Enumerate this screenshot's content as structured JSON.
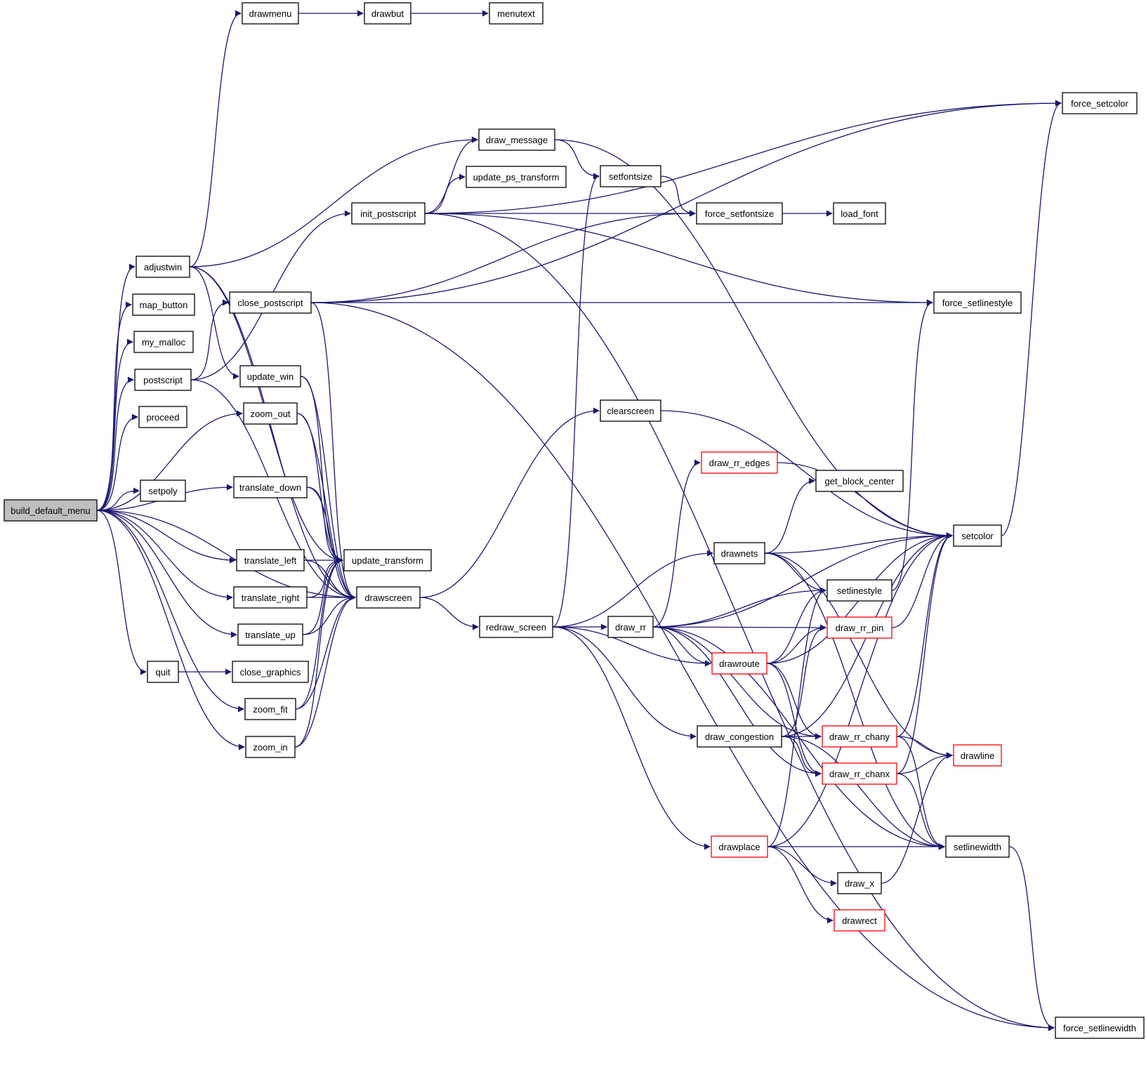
{
  "graph": {
    "edge_color": "#191970",
    "node_border": "#000000",
    "truncated_border": "#ff0000",
    "root_fill": "#bfbfbf",
    "nodes": {
      "build_default_menu": {
        "label": "build_default_menu",
        "root": true
      },
      "drawmenu": {
        "label": "drawmenu"
      },
      "drawbut": {
        "label": "drawbut"
      },
      "menutext": {
        "label": "menutext"
      },
      "force_setcolor": {
        "label": "force_setcolor"
      },
      "draw_message": {
        "label": "draw_message"
      },
      "setfontsize": {
        "label": "setfontsize"
      },
      "update_ps_transform": {
        "label": "update_ps_transform"
      },
      "init_postscript": {
        "label": "init_postscript"
      },
      "force_setfontsize": {
        "label": "force_setfontsize"
      },
      "load_font": {
        "label": "load_font"
      },
      "adjustwin": {
        "label": "adjustwin"
      },
      "map_button": {
        "label": "map_button"
      },
      "my_malloc": {
        "label": "my_malloc"
      },
      "postscript": {
        "label": "postscript"
      },
      "proceed": {
        "label": "proceed"
      },
      "setpoly": {
        "label": "setpoly"
      },
      "close_postscript": {
        "label": "close_postscript"
      },
      "force_setlinestyle": {
        "label": "force_setlinestyle"
      },
      "update_win": {
        "label": "update_win"
      },
      "zoom_out": {
        "label": "zoom_out"
      },
      "translate_down": {
        "label": "translate_down"
      },
      "translate_left": {
        "label": "translate_left"
      },
      "translate_right": {
        "label": "translate_right"
      },
      "translate_up": {
        "label": "translate_up"
      },
      "quit": {
        "label": "quit"
      },
      "close_graphics": {
        "label": "close_graphics"
      },
      "zoom_fit": {
        "label": "zoom_fit"
      },
      "zoom_in": {
        "label": "zoom_in"
      },
      "update_transform": {
        "label": "update_transform"
      },
      "drawscreen": {
        "label": "drawscreen"
      },
      "redraw_screen": {
        "label": "redraw_screen"
      },
      "clearscreen": {
        "label": "clearscreen"
      },
      "draw_rr_edges": {
        "label": "draw_rr_edges",
        "truncated": true
      },
      "get_block_center": {
        "label": "get_block_center"
      },
      "drawnets": {
        "label": "drawnets"
      },
      "setcolor": {
        "label": "setcolor"
      },
      "setlinestyle": {
        "label": "setlinestyle"
      },
      "draw_rr": {
        "label": "draw_rr"
      },
      "draw_rr_pin": {
        "label": "draw_rr_pin",
        "truncated": true
      },
      "drawroute": {
        "label": "drawroute",
        "truncated": true
      },
      "draw_congestion": {
        "label": "draw_congestion"
      },
      "draw_rr_chany": {
        "label": "draw_rr_chany",
        "truncated": true
      },
      "draw_rr_chanx": {
        "label": "draw_rr_chanx",
        "truncated": true
      },
      "drawline": {
        "label": "drawline",
        "truncated": true
      },
      "drawplace": {
        "label": "drawplace",
        "truncated": true
      },
      "setlinewidth": {
        "label": "setlinewidth"
      },
      "draw_x": {
        "label": "draw_x"
      },
      "drawrect": {
        "label": "drawrect",
        "truncated": true
      },
      "force_setlinewidth": {
        "label": "force_setlinewidth"
      }
    },
    "edges": [
      [
        "build_default_menu",
        "adjustwin"
      ],
      [
        "build_default_menu",
        "map_button"
      ],
      [
        "build_default_menu",
        "my_malloc"
      ],
      [
        "build_default_menu",
        "postscript"
      ],
      [
        "build_default_menu",
        "proceed"
      ],
      [
        "build_default_menu",
        "zoom_out"
      ],
      [
        "build_default_menu",
        "setpoly"
      ],
      [
        "build_default_menu",
        "translate_down"
      ],
      [
        "build_default_menu",
        "drawscreen"
      ],
      [
        "build_default_menu",
        "translate_left"
      ],
      [
        "build_default_menu",
        "translate_right"
      ],
      [
        "build_default_menu",
        "translate_up"
      ],
      [
        "build_default_menu",
        "quit"
      ],
      [
        "build_default_menu",
        "zoom_fit"
      ],
      [
        "build_default_menu",
        "zoom_in"
      ],
      [
        "drawmenu",
        "drawbut"
      ],
      [
        "drawbut",
        "menutext"
      ],
      [
        "adjustwin",
        "drawmenu"
      ],
      [
        "adjustwin",
        "draw_message"
      ],
      [
        "adjustwin",
        "update_win"
      ],
      [
        "adjustwin",
        "update_transform"
      ],
      [
        "adjustwin",
        "drawscreen"
      ],
      [
        "postscript",
        "init_postscript"
      ],
      [
        "postscript",
        "close_postscript"
      ],
      [
        "postscript",
        "drawscreen"
      ],
      [
        "init_postscript",
        "draw_message"
      ],
      [
        "init_postscript",
        "update_ps_transform"
      ],
      [
        "init_postscript",
        "force_setfontsize"
      ],
      [
        "init_postscript",
        "force_setcolor"
      ],
      [
        "init_postscript",
        "force_setlinestyle"
      ],
      [
        "init_postscript",
        "force_setlinewidth"
      ],
      [
        "close_postscript",
        "force_setcolor"
      ],
      [
        "close_postscript",
        "force_setfontsize"
      ],
      [
        "close_postscript",
        "force_setlinestyle"
      ],
      [
        "close_postscript",
        "force_setlinewidth"
      ],
      [
        "close_postscript",
        "drawscreen"
      ],
      [
        "draw_message",
        "setfontsize"
      ],
      [
        "draw_message",
        "setcolor"
      ],
      [
        "setfontsize",
        "force_setfontsize"
      ],
      [
        "force_setfontsize",
        "load_font"
      ],
      [
        "update_win",
        "update_transform"
      ],
      [
        "update_win",
        "drawscreen"
      ],
      [
        "zoom_out",
        "update_transform"
      ],
      [
        "zoom_out",
        "drawscreen"
      ],
      [
        "translate_down",
        "update_transform"
      ],
      [
        "translate_down",
        "drawscreen"
      ],
      [
        "translate_left",
        "update_transform"
      ],
      [
        "translate_left",
        "drawscreen"
      ],
      [
        "translate_right",
        "update_transform"
      ],
      [
        "translate_right",
        "drawscreen"
      ],
      [
        "translate_up",
        "update_transform"
      ],
      [
        "translate_up",
        "drawscreen"
      ],
      [
        "quit",
        "close_graphics"
      ],
      [
        "zoom_fit",
        "update_transform"
      ],
      [
        "zoom_fit",
        "drawscreen"
      ],
      [
        "zoom_in",
        "update_transform"
      ],
      [
        "zoom_in",
        "drawscreen"
      ],
      [
        "drawscreen",
        "clearscreen"
      ],
      [
        "drawscreen",
        "redraw_screen"
      ],
      [
        "redraw_screen",
        "setfontsize"
      ],
      [
        "redraw_screen",
        "drawnets"
      ],
      [
        "redraw_screen",
        "draw_rr"
      ],
      [
        "redraw_screen",
        "drawroute"
      ],
      [
        "redraw_screen",
        "draw_congestion"
      ],
      [
        "redraw_screen",
        "drawplace"
      ],
      [
        "clearscreen",
        "setcolor"
      ],
      [
        "draw_rr",
        "draw_rr_edges"
      ],
      [
        "draw_rr",
        "setlinestyle"
      ],
      [
        "draw_rr",
        "draw_rr_pin"
      ],
      [
        "draw_rr",
        "drawroute"
      ],
      [
        "draw_rr",
        "draw_rr_chany"
      ],
      [
        "draw_rr",
        "draw_rr_chanx"
      ],
      [
        "draw_rr",
        "setcolor"
      ],
      [
        "draw_rr",
        "setlinewidth"
      ],
      [
        "draw_rr_edges",
        "setcolor"
      ],
      [
        "drawnets",
        "get_block_center"
      ],
      [
        "drawnets",
        "setcolor"
      ],
      [
        "drawnets",
        "setlinestyle"
      ],
      [
        "drawnets",
        "drawline"
      ],
      [
        "drawnets",
        "setlinewidth"
      ],
      [
        "drawroute",
        "setlinestyle"
      ],
      [
        "drawroute",
        "draw_rr_pin"
      ],
      [
        "drawroute",
        "draw_rr_chany"
      ],
      [
        "drawroute",
        "draw_rr_chanx"
      ],
      [
        "drawroute",
        "setcolor"
      ],
      [
        "draw_congestion",
        "draw_rr_chany"
      ],
      [
        "draw_congestion",
        "draw_rr_chanx"
      ],
      [
        "draw_congestion",
        "draw_rr_pin"
      ],
      [
        "draw_congestion",
        "setcolor"
      ],
      [
        "draw_congestion",
        "setlinewidth"
      ],
      [
        "draw_rr_pin",
        "setcolor"
      ],
      [
        "draw_rr_chany",
        "drawline"
      ],
      [
        "draw_rr_chany",
        "setcolor"
      ],
      [
        "draw_rr_chany",
        "setlinewidth"
      ],
      [
        "draw_rr_chanx",
        "drawline"
      ],
      [
        "draw_rr_chanx",
        "setcolor"
      ],
      [
        "draw_rr_chanx",
        "setlinewidth"
      ],
      [
        "drawplace",
        "setlinestyle"
      ],
      [
        "drawplace",
        "draw_x"
      ],
      [
        "drawplace",
        "drawrect"
      ],
      [
        "drawplace",
        "setcolor"
      ],
      [
        "drawplace",
        "setlinewidth"
      ],
      [
        "draw_x",
        "drawline"
      ],
      [
        "setlinestyle",
        "force_setlinestyle"
      ],
      [
        "setcolor",
        "force_setcolor"
      ],
      [
        "setlinewidth",
        "force_setlinewidth"
      ]
    ]
  }
}
